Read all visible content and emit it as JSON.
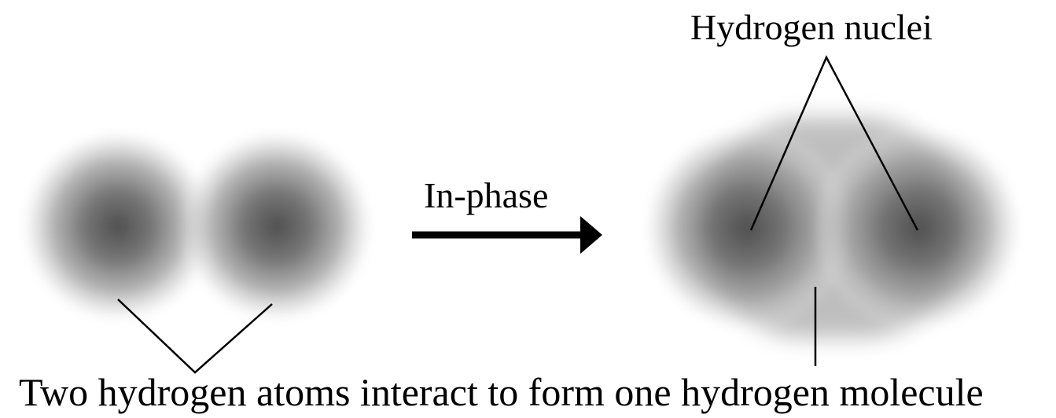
{
  "diagram": {
    "nuclei_label": "Hydrogen nuclei",
    "process_label": "In-phase",
    "caption": "Two hydrogen atoms interact to form one hydrogen molecule"
  },
  "colors": {
    "cloud_core": "#555555",
    "cloud_edge": "#ffffff",
    "line": "#000000",
    "background": "#ffffff"
  }
}
